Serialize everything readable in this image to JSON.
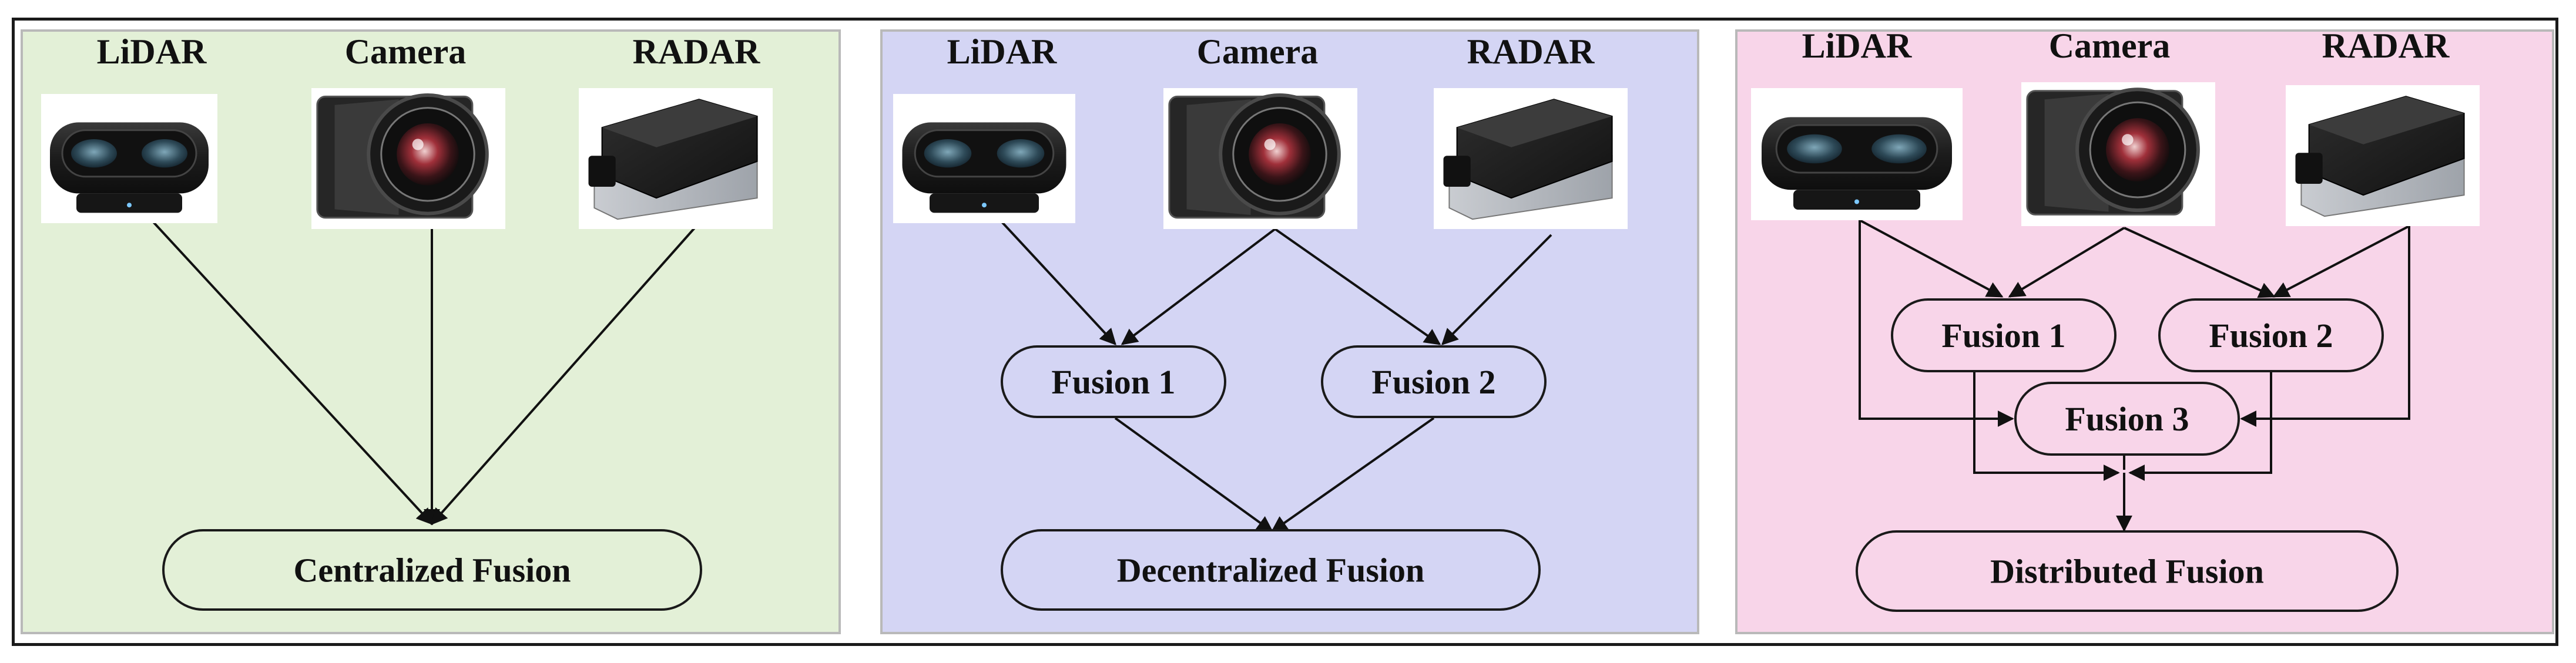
{
  "panels": [
    {
      "id": "centralized",
      "background": "#e3f0d7",
      "sensors": [
        {
          "label": "LiDAR",
          "icon": "lidar-sensor-icon"
        },
        {
          "label": "Camera",
          "icon": "camera-sensor-icon"
        },
        {
          "label": "RADAR",
          "icon": "radar-sensor-icon"
        }
      ],
      "intermediate_nodes": [],
      "final_node": {
        "label": "Centralized Fusion"
      }
    },
    {
      "id": "decentralized",
      "background": "#d4d5f4",
      "sensors": [
        {
          "label": "LiDAR",
          "icon": "lidar-sensor-icon"
        },
        {
          "label": "Camera",
          "icon": "camera-sensor-icon"
        },
        {
          "label": "RADAR",
          "icon": "radar-sensor-icon"
        }
      ],
      "intermediate_nodes": [
        {
          "label": "Fusion 1"
        },
        {
          "label": "Fusion 2"
        }
      ],
      "final_node": {
        "label": "Decentralized Fusion"
      }
    },
    {
      "id": "distributed",
      "background": "#f8d5e9",
      "sensors": [
        {
          "label": "LiDAR",
          "icon": "lidar-sensor-icon"
        },
        {
          "label": "Camera",
          "icon": "camera-sensor-icon"
        },
        {
          "label": "RADAR",
          "icon": "radar-sensor-icon"
        }
      ],
      "intermediate_nodes": [
        {
          "label": "Fusion 1"
        },
        {
          "label": "Fusion 2"
        },
        {
          "label": "Fusion 3"
        }
      ],
      "final_node": {
        "label": "Distributed Fusion"
      }
    }
  ]
}
